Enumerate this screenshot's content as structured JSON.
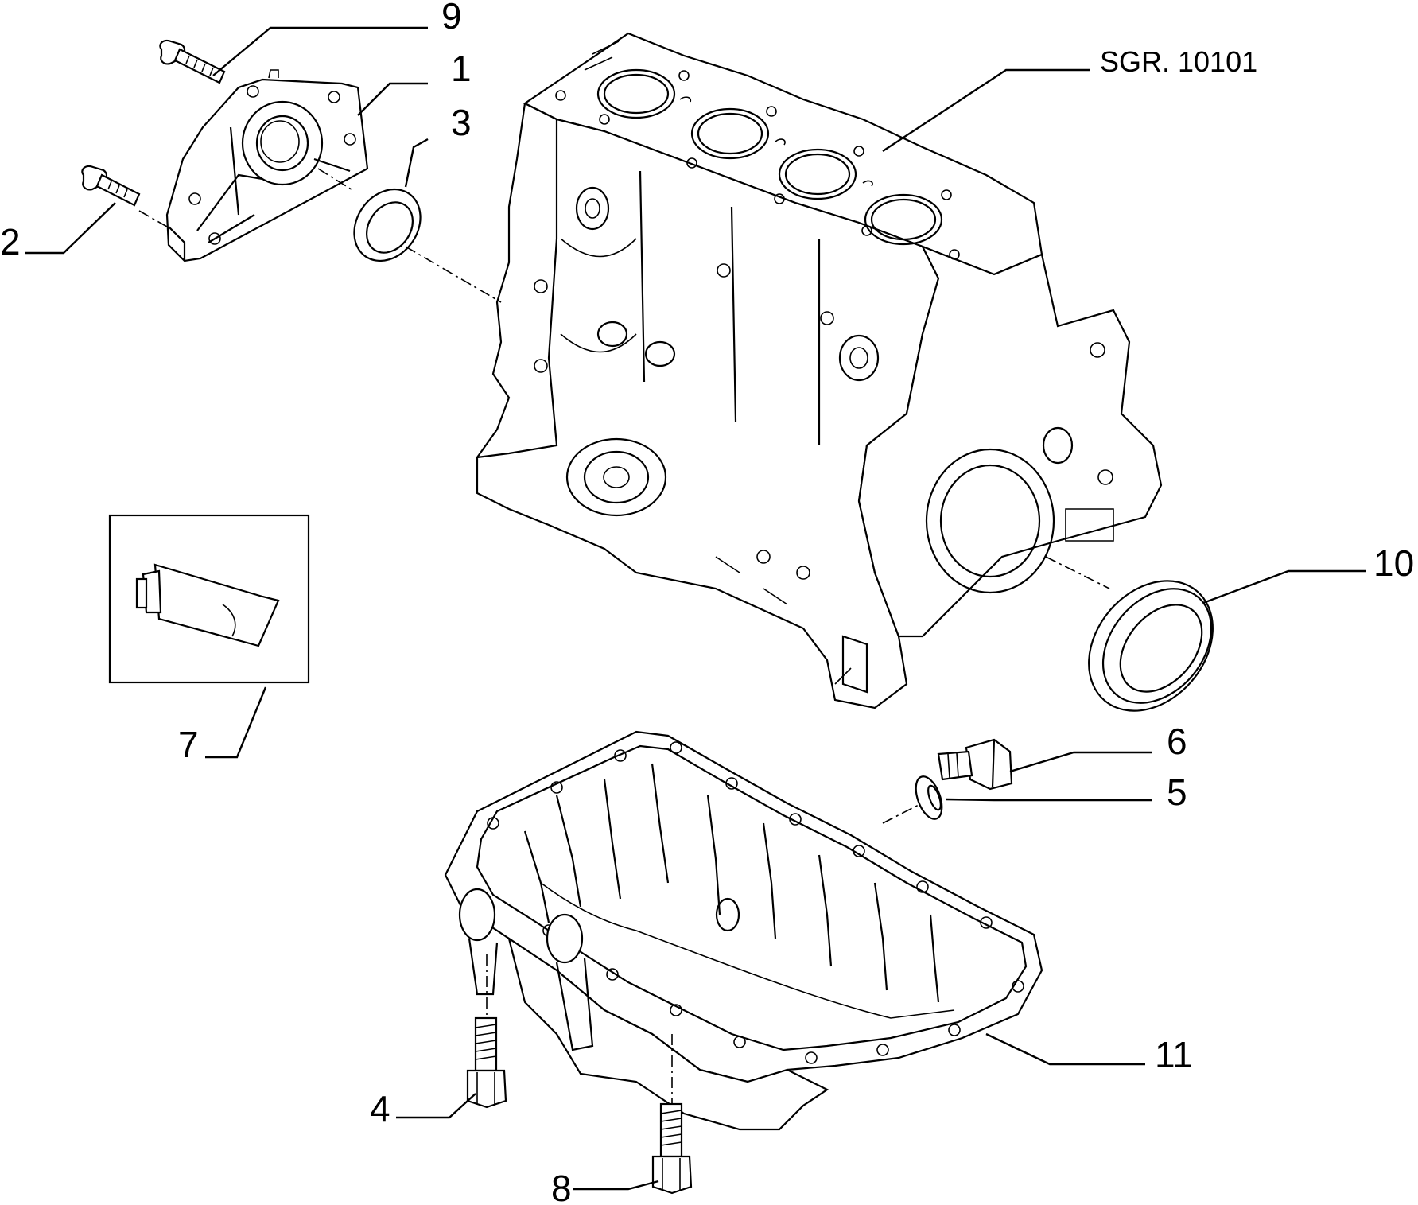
{
  "diagram": {
    "reference": "SGR. 10101",
    "callouts": [
      {
        "id": "c1",
        "label": "1"
      },
      {
        "id": "c2",
        "label": "2"
      },
      {
        "id": "c3",
        "label": "3"
      },
      {
        "id": "c4",
        "label": "4"
      },
      {
        "id": "c5",
        "label": "5"
      },
      {
        "id": "c6",
        "label": "6"
      },
      {
        "id": "c7",
        "label": "7"
      },
      {
        "id": "c8",
        "label": "8"
      },
      {
        "id": "c9",
        "label": "9"
      },
      {
        "id": "c10",
        "label": "10"
      },
      {
        "id": "c11",
        "label": "11"
      }
    ]
  }
}
